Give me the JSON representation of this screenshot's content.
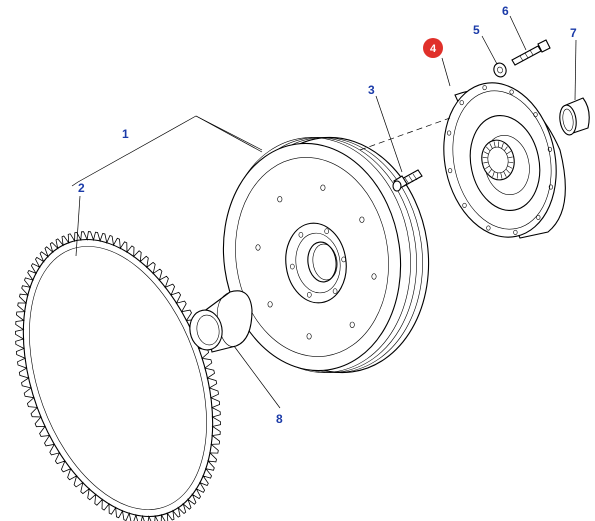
{
  "callouts": {
    "c1": "1",
    "c2": "2",
    "c3": "3",
    "c4": "4",
    "c5": "5",
    "c6": "6",
    "c7": "7",
    "c8": "8"
  },
  "colors": {
    "callout_text": "#1a3aa8",
    "highlight_badge": "#e0302a",
    "line": "#000000"
  },
  "highlighted_callout": "4"
}
